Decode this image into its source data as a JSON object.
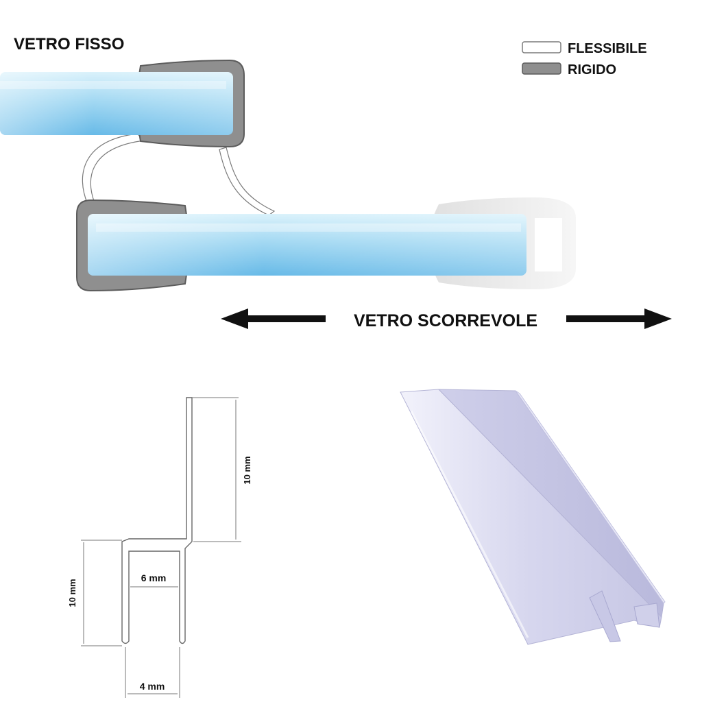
{
  "labels": {
    "fixed_glass": "VETRO FISSO",
    "sliding_glass": "VETRO SCORREVOLE"
  },
  "legend": {
    "flexible": "FLESSIBILE",
    "rigid": "RIGIDO"
  },
  "dimensions": {
    "top_height": "10 mm",
    "left_height": "10 mm",
    "inner_width": "6 mm",
    "bottom_width": "4 mm"
  },
  "colors": {
    "rigid": "#8f8f8f",
    "flexible": "#ffffff",
    "glass": "#8fd0f0",
    "arrow": "#111111",
    "profile": "#dcdcf2"
  }
}
